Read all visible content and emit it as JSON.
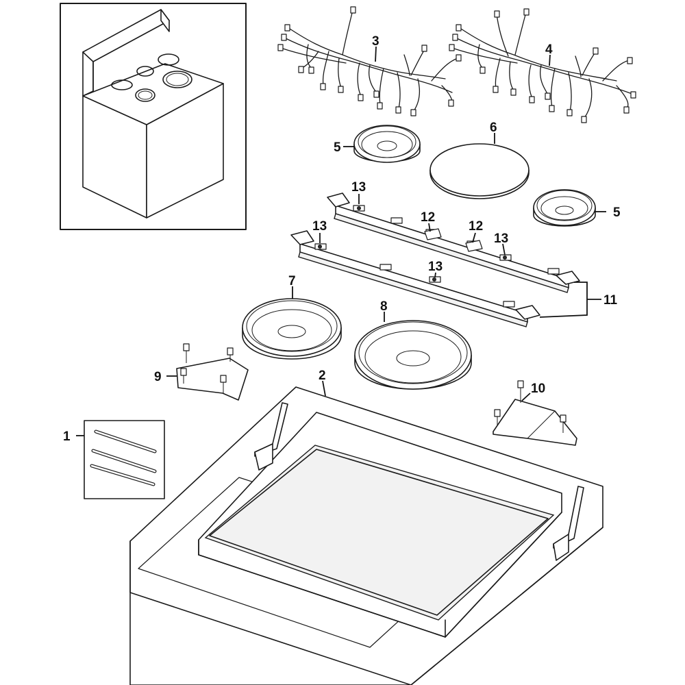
{
  "diagram": {
    "type": "exploded-parts-view",
    "callouts": {
      "c1": "1",
      "c2": "2",
      "c3": "3",
      "c4": "4",
      "c5a": "5",
      "c5b": "5",
      "c6": "6",
      "c7": "7",
      "c8": "8",
      "c9": "9",
      "c10": "10",
      "c11": "11",
      "c12a": "12",
      "c12b": "12",
      "c13a": "13",
      "c13b": "13",
      "c13c": "13",
      "c13d": "13"
    },
    "parts": [
      "range-overview",
      "harness-clip-kit",
      "cooktop-glass",
      "wire-harness",
      "burner-element-small",
      "burner-element-warmer",
      "burner-element-medium",
      "burner-element-large",
      "mounting-bracket-left",
      "mounting-bracket-right",
      "support-rail-pair",
      "element-clip",
      "rail-screw"
    ]
  }
}
